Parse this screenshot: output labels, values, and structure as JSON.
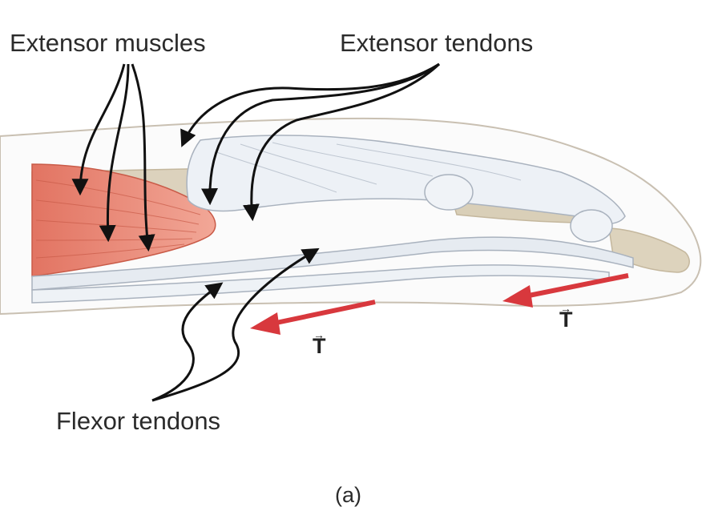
{
  "labels": {
    "extensor_muscles": "Extensor muscles",
    "extensor_tendons": "Extensor tendons",
    "flexor_tendons": "Flexor tendons",
    "tension_symbol": "T",
    "caption": "(a)"
  },
  "colors": {
    "muscle": "#e07a66",
    "tendon": "#e8edf3",
    "bone": "#d9cfb8",
    "tension_arrow": "#d8383d",
    "pointer": "#111111"
  }
}
